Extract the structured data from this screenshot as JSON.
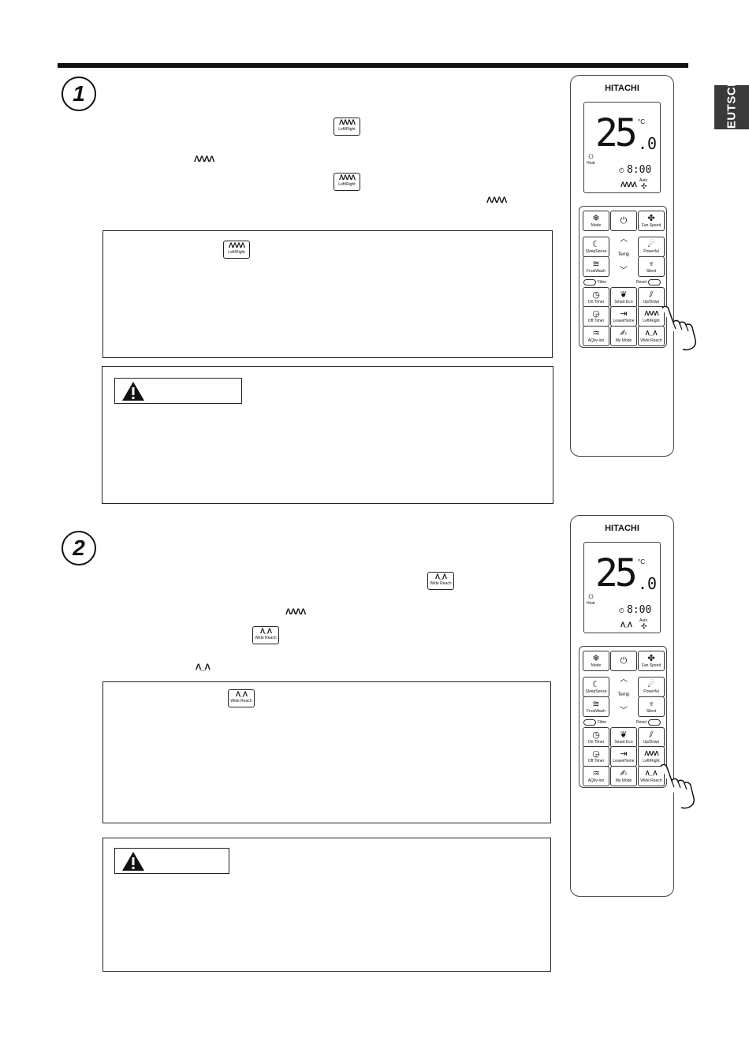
{
  "language_tab": "DEUTSCH",
  "sections": [
    {
      "step": "1",
      "inline_key_1": {
        "icon": "ΛΛΛΛ",
        "label": "Left/Right"
      },
      "inline_symbol_1": "ΛΛΛΛ",
      "inline_key_2": {
        "icon": "ΛΛΛΛ",
        "label": "Left/Right"
      },
      "inline_symbol_2": "ΛΛΛΛ",
      "note_key": {
        "icon": "ΛΛΛΛ",
        "label": "Left/Right"
      }
    },
    {
      "step": "2",
      "inline_key_1": {
        "icon": "Λ_Λ",
        "label": "Wide Reach"
      },
      "inline_symbol_1": "ΛΛΛΛ",
      "inline_key_2": {
        "icon": "Λ_Λ",
        "label": "Wide Reach"
      },
      "inline_symbol_2": "Λ_Λ",
      "note_key": {
        "icon": "Λ_Λ",
        "label": "Wide Reach"
      }
    }
  ],
  "remote": {
    "brand": "HITACHI",
    "lcd": {
      "temp": "25",
      "decimal": ".0",
      "unit": "°C",
      "mode": "Heat",
      "time": "8:00",
      "auto": "Auto"
    },
    "lcd_swing_1": "ΛΛΛΛ",
    "lcd_swing_2": "Λ_Λ",
    "buttons": {
      "mode": "Mode",
      "fan_speed": "Fan Speed",
      "sleep_sense": "SleepSense",
      "temp": "Temp",
      "powerful": "Powerful",
      "frost_wash": "FrostWash",
      "silent": "Silent",
      "filter": "Filter",
      "reset": "Reset",
      "on_timer": "On Timer",
      "smart_eco": "Smart Eco",
      "up_down": "Up/Down",
      "off_timer": "Off Timer",
      "leave_home": "LeaveHome",
      "left_right": "Left/Right",
      "aqtiv_ion": "AQtiv-ion",
      "my_mode": "My Mode",
      "wide_reach": "Wide Reach"
    }
  }
}
